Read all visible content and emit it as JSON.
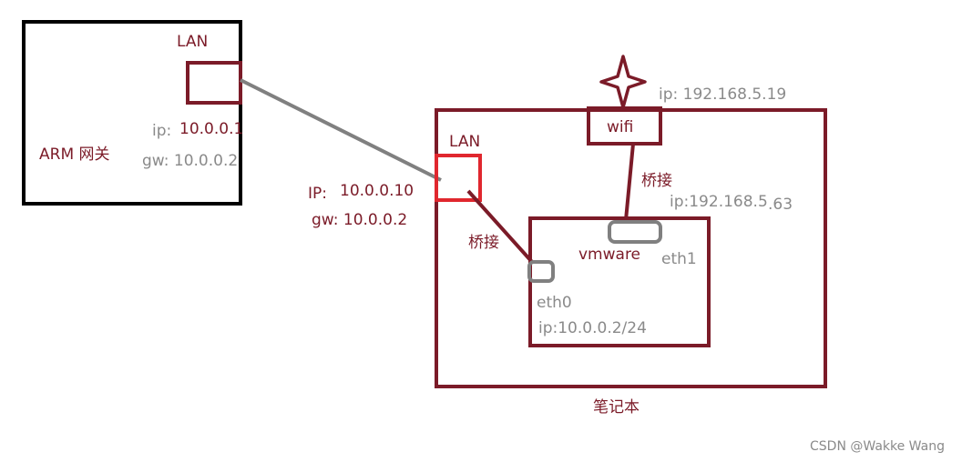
{
  "arm": {
    "lan_label": "LAN",
    "ip_key": "ip:",
    "ip_value": "10.0.0.1",
    "name": "ARM 网关",
    "gw": "gw: 10.0.0.2"
  },
  "link_left": {
    "ip_key": "IP:",
    "ip_value": "10.0.0.10",
    "gw": "gw: 10.0.0.2"
  },
  "laptop": {
    "lan_label": "LAN",
    "wifi_label": "wifi",
    "wifi_ip": "ip: 192.168.5.19",
    "bridge_top": "桥接",
    "bridge_left": "桥接",
    "vm_ip_eth1_a": "ip:192.168.5",
    "vm_ip_eth1_b": ".63",
    "vm_name": "vmware",
    "eth1": "eth1",
    "eth0": "eth0",
    "eth0_ip": "ip:10.0.0.2/24",
    "name": "笔记本"
  },
  "watermark": "CSDN @Wakke Wang",
  "colors": {
    "dark_red": "#7b1b28",
    "bright_red": "#e0272e",
    "gray": "#8a8a8a",
    "black": "#000000"
  }
}
